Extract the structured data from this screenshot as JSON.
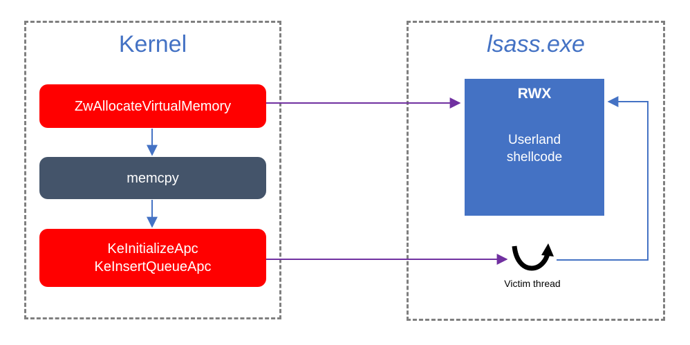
{
  "kernel": {
    "title": "Kernel",
    "steps": [
      {
        "label": "ZwAllocateVirtualMemory"
      },
      {
        "label": "memcpy"
      },
      {
        "lines": [
          "KeInitializeApc",
          "KeInsertQueueApc"
        ]
      }
    ]
  },
  "process": {
    "title": "lsass.exe",
    "region": {
      "protection": "RWX",
      "content_lines": [
        "Userland",
        "shellcode"
      ]
    },
    "thread": {
      "label": "Victim thread",
      "icon": "curved-arrow-icon"
    }
  },
  "colors": {
    "title_blue": "#4472c4",
    "api_red": "#ff0000",
    "memcpy_slate": "#44546a",
    "region_blue": "#4472c4",
    "cross_arrow_purple": "#7030a0",
    "flow_arrow_blue": "#4472c4",
    "panel_border_gray": "#7f7f7f"
  }
}
